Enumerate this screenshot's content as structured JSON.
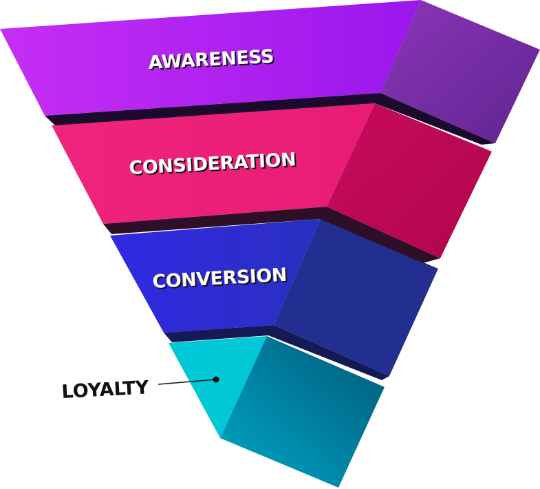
{
  "funnel": {
    "stages": [
      {
        "label": "AWARENESS",
        "front": "#b02af0",
        "side": "#7a2aa8"
      },
      {
        "label": "CONSIDERATION",
        "front": "#ef2178",
        "side": "#c20a58"
      },
      {
        "label": "CONVERSION",
        "front": "#2f2ee0",
        "side": "#232f90"
      },
      {
        "label": "LOYALTY",
        "front": "#00c8d6",
        "side": "#0080a0"
      }
    ]
  }
}
